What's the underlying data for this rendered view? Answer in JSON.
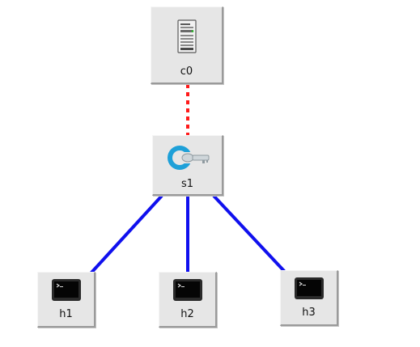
{
  "links": [
    {
      "from": "c0",
      "to": "s1",
      "style": "dotted",
      "color": "#ff1a1a"
    },
    {
      "from": "s1",
      "to": "h1",
      "style": "solid",
      "color": "#1010ee"
    },
    {
      "from": "s1",
      "to": "h2",
      "style": "solid",
      "color": "#1010ee"
    },
    {
      "from": "s1",
      "to": "h3",
      "style": "solid",
      "color": "#1010ee"
    }
  ],
  "nodes": {
    "c0": {
      "label": "c0",
      "kind": "controller",
      "icon": "server-icon"
    },
    "s1": {
      "label": "s1",
      "kind": "switch",
      "icon": "switch-icon"
    },
    "h1": {
      "label": "h1",
      "kind": "host",
      "icon": "terminal-icon"
    },
    "h2": {
      "label": "h2",
      "kind": "host",
      "icon": "terminal-icon"
    },
    "h3": {
      "label": "h3",
      "kind": "host",
      "icon": "terminal-icon"
    }
  },
  "colors": {
    "controller_link": "#ff1a1a",
    "host_link": "#1010ee",
    "switch_accent": "#1ea0d8",
    "node_face": "#e6e6e6"
  }
}
